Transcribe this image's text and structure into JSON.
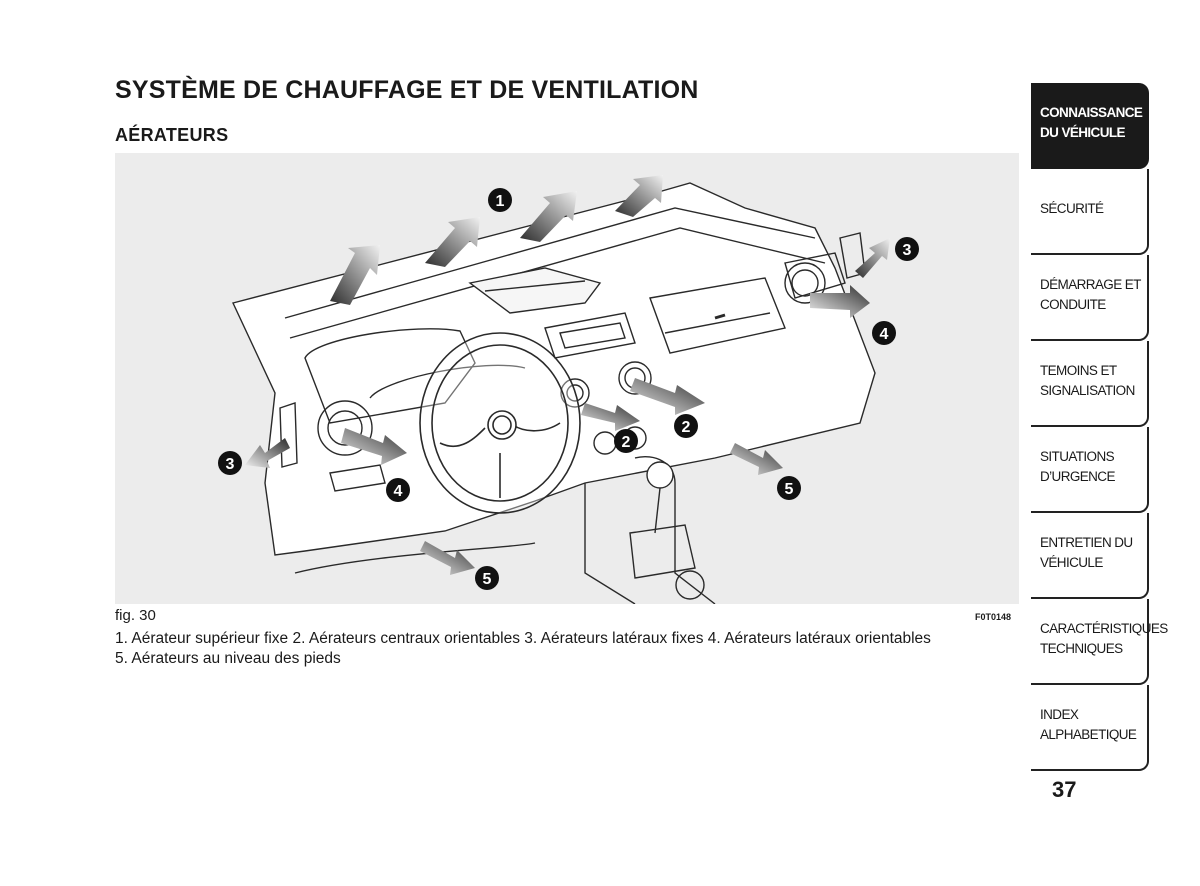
{
  "page": {
    "title": "SYSTÈME DE CHAUFFAGE ET DE VENTILATION",
    "section": "AÉRATEURS",
    "page_number": "37"
  },
  "figure": {
    "label": "fig. 30",
    "code": "F0T0148",
    "callouts": [
      "1",
      "2",
      "2",
      "3",
      "3",
      "4",
      "4",
      "5",
      "5"
    ],
    "caption_line1": "1. Aérateur supérieur fixe 2. Aérateurs centraux orientables 3. Aérateurs latéraux fixes 4. Aérateurs latéraux orientables",
    "caption_line2": "5. Aérateurs au niveau des pieds"
  },
  "tabs": [
    {
      "label": "CONNAISSANCE DU VÉHICULE",
      "active": true
    },
    {
      "label": "SÉCURITÉ",
      "active": false
    },
    {
      "label": "DÉMARRAGE ET CONDUITE",
      "active": false
    },
    {
      "label": "TEMOINS ET SIGNALISATION",
      "active": false
    },
    {
      "label": "SITUATIONS D’URGENCE",
      "active": false
    },
    {
      "label": "ENTRETIEN DU VÉHICULE",
      "active": false
    },
    {
      "label": "CARACTÉRISTIQUES TECHNIQUES",
      "active": false
    },
    {
      "label": "INDEX ALPHABETIQUE",
      "active": false
    }
  ]
}
